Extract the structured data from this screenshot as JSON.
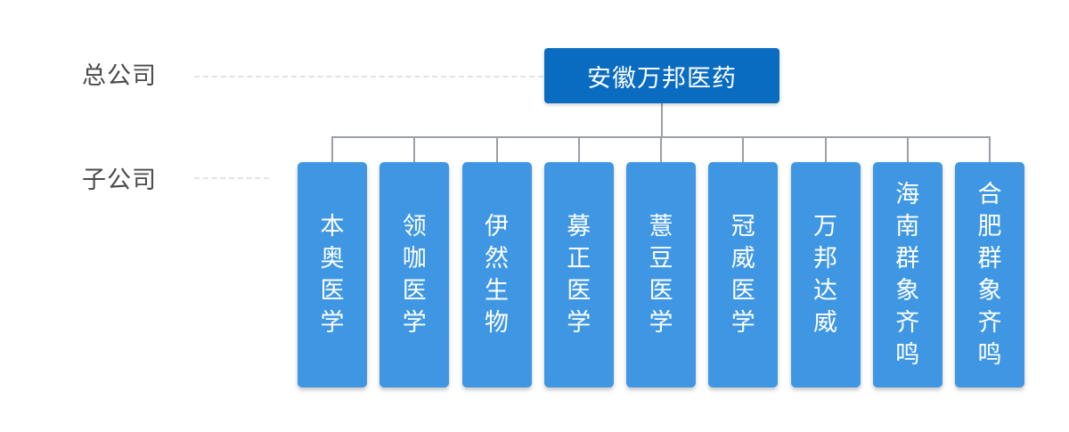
{
  "levels": {
    "headquarters": "总公司",
    "subsidiary": "子公司"
  },
  "root": {
    "name": "安徽万邦医药"
  },
  "subsidiaries": [
    "本奥医学",
    "领咖医学",
    "伊然生物",
    "募正医学",
    "薏豆医学",
    "冠威医学",
    "万邦达威",
    "海南群象齐鸣",
    "合肥群象齐鸣"
  ],
  "colors": {
    "root_fill": "#0a6cc1",
    "child_fill": "#3f97e3",
    "connector": "#9aa0a6",
    "label_text": "#4a4a4a"
  }
}
